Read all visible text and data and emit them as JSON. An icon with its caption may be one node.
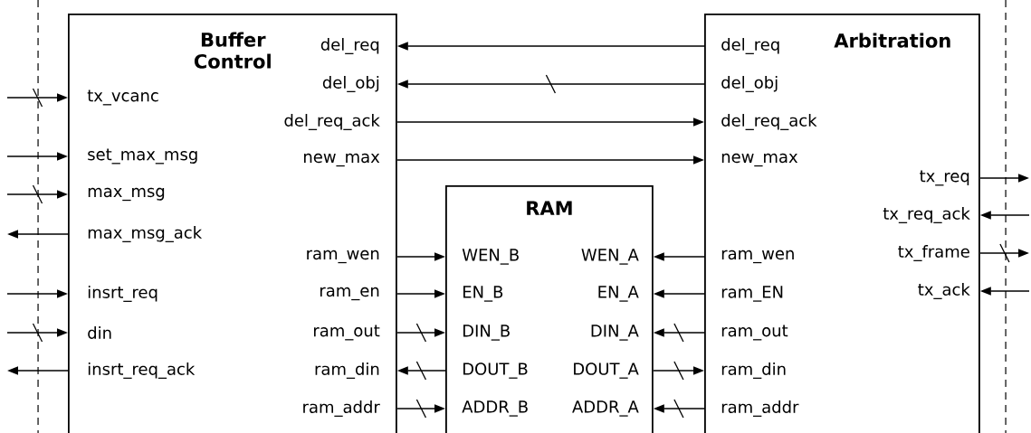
{
  "diagram": {
    "nodes": [
      {
        "text": [
          "Buffer Control"
        ]
      },
      {
        "text": [
          "tx_vcanc"
        ],
        "in": 0
      },
      {
        "text": [
          "set_max_msg"
        ],
        "in": 0
      },
      {
        "text": [
          "max_msg"
        ],
        "in": 0
      },
      {
        "text": [
          "max_msg_ack"
        ],
        "in": 0
      },
      {
        "text": [
          "insrt_req"
        ],
        "in": 0
      },
      {
        "text": [
          "din"
        ],
        "in": 0
      },
      {
        "text": [
          "insrt_req_ack"
        ],
        "in": 0
      },
      {
        "text": [
          "del_req"
        ],
        "in": 0
      },
      {
        "text": [
          "del_obj"
        ],
        "in": 0
      },
      {
        "text": [
          "del_req_ack"
        ],
        "in": 0
      },
      {
        "text": [
          "new_max"
        ],
        "in": 0
      },
      {
        "text": [
          "ram_wen"
        ],
        "in": 0
      },
      {
        "text": [
          "ram_en"
        ],
        "in": 0
      },
      {
        "text": [
          "ram_out"
        ],
        "in": 0
      },
      {
        "text": [
          "ram_din"
        ],
        "in": 0
      },
      {
        "text": [
          "ram_addr"
        ],
        "in": 0
      },
      {
        "text": [
          "RAM"
        ]
      },
      {
        "text": [
          "WEN_B"
        ],
        "in": 17
      },
      {
        "text": [
          "EN_B"
        ],
        "in": 17
      },
      {
        "text": [
          "DIN_B"
        ],
        "in": 17
      },
      {
        "text": [
          "DOUT_B"
        ],
        "in": 17
      },
      {
        "text": [
          "ADDR_B"
        ],
        "in": 17
      },
      {
        "text": [
          "WEN_A"
        ],
        "in": 17
      },
      {
        "text": [
          "EN_A"
        ],
        "in": 17
      },
      {
        "text": [
          "DIN_A"
        ],
        "in": 17
      },
      {
        "text": [
          "DOUT_A"
        ],
        "in": 17
      },
      {
        "text": [
          "ADDR_A"
        ],
        "in": 17
      },
      {
        "text": [
          "Arbitration"
        ]
      },
      {
        "text": [
          "del_req"
        ],
        "in": 28
      },
      {
        "text": [
          "del_obj"
        ],
        "in": 28
      },
      {
        "text": [
          "del_req_ack"
        ],
        "in": 28
      },
      {
        "text": [
          "new_max"
        ],
        "in": 28
      },
      {
        "text": [
          "ram_wen"
        ],
        "in": 28
      },
      {
        "text": [
          "ram_EN"
        ],
        "in": 28
      },
      {
        "text": [
          "ram_out"
        ],
        "in": 28
      },
      {
        "text": [
          "ram_din"
        ],
        "in": 28
      },
      {
        "text": [
          "ram_addr"
        ],
        "in": 28
      },
      {
        "text": [
          "tx_req"
        ],
        "in": 28
      },
      {
        "text": [
          "tx_req_ack"
        ],
        "in": 28
      },
      {
        "text": [
          "tx_frame"
        ],
        "in": 28
      },
      {
        "text": [
          "tx_ack"
        ],
        "in": 28
      }
    ],
    "edges": [
      {
        "from": null,
        "to": 1,
        "arrow": "to"
      },
      {
        "from": null,
        "to": 2,
        "arrow": "to"
      },
      {
        "from": null,
        "to": 3,
        "arrow": "to"
      },
      {
        "from": 4,
        "to": null,
        "arrow": "to"
      },
      {
        "from": null,
        "to": 5,
        "arrow": "to"
      },
      {
        "from": null,
        "to": 6,
        "arrow": "to"
      },
      {
        "from": 7,
        "to": null,
        "arrow": "to"
      },
      {
        "from": 29,
        "to": 8,
        "arrow": "to"
      },
      {
        "from": 30,
        "to": 9,
        "arrow": "to"
      },
      {
        "from": 10,
        "to": 31,
        "arrow": "to"
      },
      {
        "from": 11,
        "to": 32,
        "arrow": "to"
      },
      {
        "from": 12,
        "to": 18,
        "arrow": "to"
      },
      {
        "from": 13,
        "to": 19,
        "arrow": "to"
      },
      {
        "from": 14,
        "to": 20,
        "arrow": "to"
      },
      {
        "from": 21,
        "to": 15,
        "arrow": "to"
      },
      {
        "from": 16,
        "to": 22,
        "arrow": "to"
      },
      {
        "from": 33,
        "to": 23,
        "arrow": "to"
      },
      {
        "from": 34,
        "to": 24,
        "arrow": "to"
      },
      {
        "from": 35,
        "to": 25,
        "arrow": "to"
      },
      {
        "from": 26,
        "to": 36,
        "arrow": "to"
      },
      {
        "from": 37,
        "to": 27,
        "arrow": "to"
      },
      {
        "from": 38,
        "to": null,
        "arrow": "to"
      },
      {
        "from": null,
        "to": 39,
        "arrow": "to"
      },
      {
        "from": 40,
        "to": null,
        "arrow": "to"
      },
      {
        "from": null,
        "to": 41,
        "arrow": "to"
      }
    ]
  }
}
